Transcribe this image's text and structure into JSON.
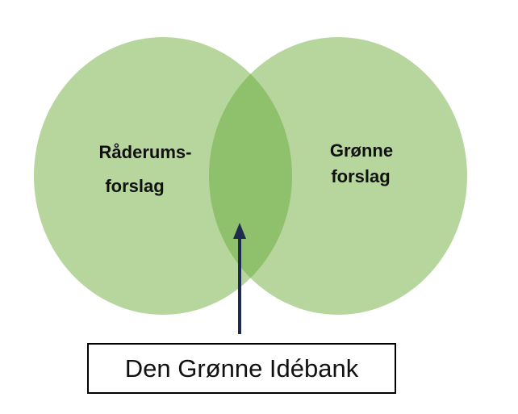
{
  "diagram": {
    "type": "venn",
    "left_set": {
      "label_line1": "Råderums-",
      "label_line2": "forslag"
    },
    "right_set": {
      "label_line1": "Grønne",
      "label_line2": "forslag"
    },
    "intersection": {
      "callout_label": "Den Grønne Idébank"
    },
    "colors": {
      "circle_fill": "#a9cf8c",
      "overlap_fill": "#8fc06c",
      "arrow": "#1f2a4f",
      "text": "#111111"
    }
  }
}
